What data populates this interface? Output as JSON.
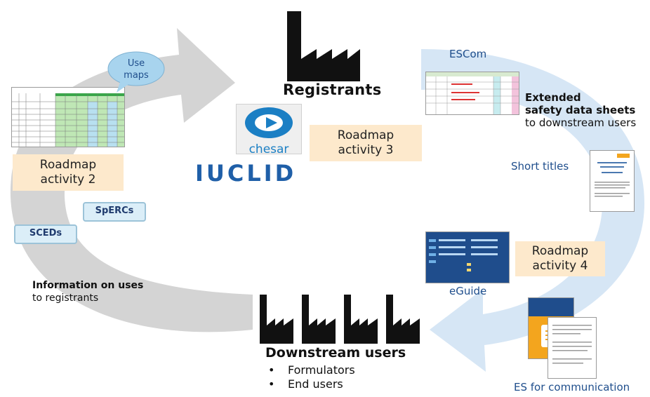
{
  "registrants": {
    "label": "Registrants"
  },
  "chesar": {
    "label": "chesar"
  },
  "iuclid": {
    "label": "IUCLID"
  },
  "roadmap_activity_2": {
    "line1": "Roadmap",
    "line2": "activity 2"
  },
  "roadmap_activity_3": {
    "line1": "Roadmap",
    "line2": "activity 3"
  },
  "roadmap_activity_4": {
    "line1": "Roadmap",
    "line2": "activity 4"
  },
  "use_maps_bubble": {
    "line1": "Use",
    "line2": "maps"
  },
  "sperc_tag": {
    "label": "SpERCs"
  },
  "sceds_tag": {
    "label": "SCEDs"
  },
  "information_on_uses": {
    "bold": "Information on uses",
    "normal": "to registrants"
  },
  "escom": {
    "label": "ESCom"
  },
  "extended_sds": {
    "bold_line1": "Extended",
    "bold_line2": "safety data sheets",
    "normal": "to downstream users"
  },
  "short_titles": {
    "label": "Short titles"
  },
  "eguide": {
    "label": "eGuide"
  },
  "downstream_users": {
    "title": "Downstream users",
    "items": [
      "Formulators",
      "End users"
    ]
  },
  "es_for_communication": {
    "label": "ES for communication"
  },
  "colors": {
    "roadmap_fill": "#fde9cc",
    "arrow_grey": "#d4d4d4",
    "arrow_blue": "#d6e6f5",
    "label_blue": "#1f4e8c",
    "iuclid_blue": "#1f5fa8"
  }
}
